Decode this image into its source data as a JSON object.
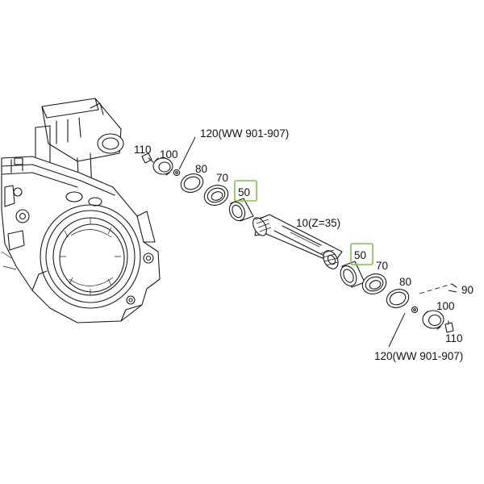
{
  "highlight_color": "#7dc242",
  "labels": {
    "left_110": "110",
    "left_100": "100",
    "left_120": "120(WW 901-907)",
    "left_80": "80",
    "left_70": "70",
    "left_50": "50",
    "shaft_10": "10(Z=35)",
    "right_50": "50",
    "right_70": "70",
    "right_80": "80",
    "right_90": "90",
    "right_100": "100",
    "right_110": "110",
    "right_120": "120(WW 901-907)"
  }
}
